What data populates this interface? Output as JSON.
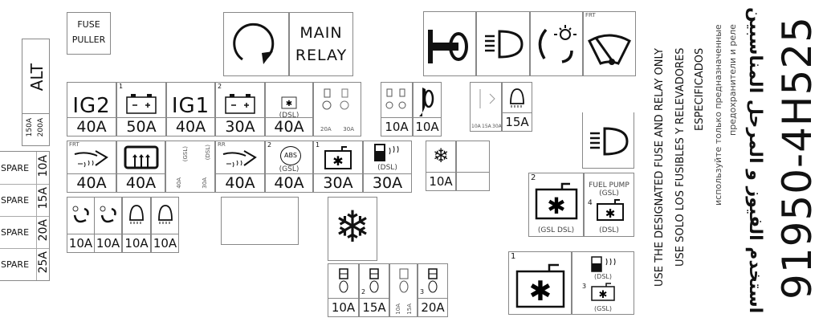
{
  "fuse_puller": {
    "line1": "FUSE",
    "line2": "PULLER"
  },
  "alt": {
    "label": "ALT",
    "rating_1": "150A",
    "rating_2": "200A"
  },
  "main_relay": {
    "line1": "MAIN",
    "line2": "RELAY"
  },
  "row1": [
    {
      "label": "IG2",
      "amp": "40A"
    },
    {
      "num": "1",
      "icon": "battery-icon",
      "amp": "50A"
    },
    {
      "label": "IG1",
      "amp": "40A"
    },
    {
      "num": "2",
      "icon": "battery-icon",
      "amp": "30A"
    },
    {
      "icon": "fan-motor-icon",
      "sub": "(DSL)",
      "amp": "40A"
    },
    {
      "icon": "fuel-injector-icon",
      "amp_a": "20A",
      "amp_b": "30A"
    },
    {
      "icon": "fuel-injector-icon",
      "amp": "10A"
    },
    {
      "icon": "horn-icon",
      "amp": "10A"
    },
    {
      "icon": "alternator-icon",
      "amp_a": "10A",
      "amp_b": "15A",
      "amp_c": "30A"
    },
    {
      "icon": "fog-lamp-icon",
      "amp": "15A"
    }
  ],
  "row2": [
    {
      "sub": "FRT",
      "icon": "blower-icon",
      "amp": "40A"
    },
    {
      "icon": "rear-defrost-icon",
      "amp": "40A"
    },
    {
      "sub_a": "(GSL)",
      "sub_b": "(DSL)",
      "amp_a": "40A",
      "amp_b": "30A"
    },
    {
      "sub": "RR",
      "icon": "blower-icon",
      "amp": "40A"
    },
    {
      "num": "2",
      "label": "ABS",
      "sub": "(GSL)",
      "amp": "40A"
    },
    {
      "num": "1",
      "icon": "fan-motor-icon",
      "amp": "30A"
    },
    {
      "icon": "glow-plug-icon",
      "sub": "(DSL)",
      "amp": "30A"
    },
    {
      "icon": "ac-snowflake-icon",
      "amp": "10A"
    }
  ],
  "spares": [
    {
      "label": "SPARE",
      "amp": "10A"
    },
    {
      "label": "SPARE",
      "amp": "15A"
    },
    {
      "label": "SPARE",
      "amp": "20A"
    },
    {
      "label": "SPARE",
      "amp": "25A"
    }
  ],
  "row3": [
    {
      "icon": "turn-signal-icon",
      "amp": "10A"
    },
    {
      "icon": "turn-signal-icon",
      "amp": "10A"
    },
    {
      "icon": "fog-lamp-icon",
      "amp": "10A"
    },
    {
      "icon": "fog-lamp-icon",
      "amp": "10A"
    }
  ],
  "bottom_fuses": [
    {
      "icon": "fuel-injector-icon",
      "amp": "10A"
    },
    {
      "num": "2",
      "icon": "fuel-injector-icon",
      "amp": "15A"
    },
    {
      "icon": "fuel-injector-icon",
      "amp_a": "10A",
      "amp_b": "15A"
    },
    {
      "num": "3",
      "icon": "fuel-injector-icon",
      "amp": "20A"
    }
  ],
  "relays": {
    "fan2": {
      "num": "2",
      "sub": "(GSL DSL)"
    },
    "fuel_pump": {
      "title": "FUEL PUMP",
      "sub_top": "(GSL)",
      "num": "4",
      "sub": "(DSL)"
    },
    "fan1": {
      "num": "1"
    },
    "glow": {
      "sub": "(DSL)",
      "num": "3",
      "sub2": "(GSL)"
    },
    "wiper": {
      "sub": "FRT"
    }
  },
  "notices": [
    "USE THE DESIGNATED FUSE AND RELAY ONLY",
    "USE SOLO LOS FUSIBLES Y RELEVADORES",
    "ESPECIFICADOS",
    "используйте только предназначенные",
    "предохранители и реле"
  ],
  "arabic_notice": "استخدم الفيوز و المرحل المناسبين",
  "part_number": "91950-4H525"
}
